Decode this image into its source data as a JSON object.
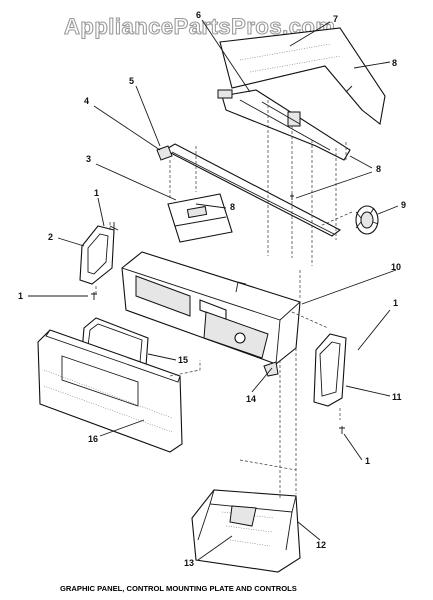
{
  "watermark": "AppliancePartsPros.com",
  "caption": "GRAPHIC PANEL, CONTROL MOUNTING PLATE AND CONTROLS",
  "callouts": [
    "1",
    "1",
    "1",
    "1",
    "2",
    "3",
    "4",
    "5",
    "6",
    "7",
    "8",
    "8",
    "8",
    "9",
    "10",
    "11",
    "12",
    "13",
    "14",
    "15",
    "16"
  ]
}
